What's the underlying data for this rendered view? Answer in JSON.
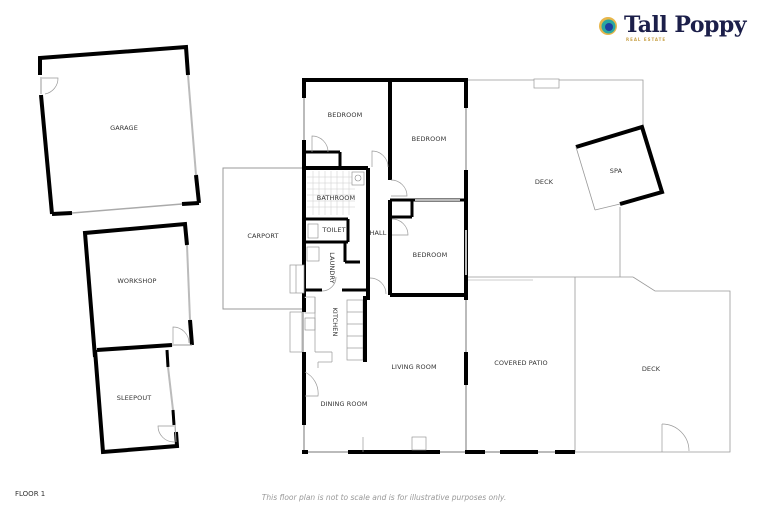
{
  "brand": {
    "name": "Tall Poppy",
    "tagline": "REAL ESTATE",
    "colors": {
      "primary": "#1c1f4a",
      "accent_gold": "#c9a24a",
      "accent_teal": "#2aa7a0",
      "accent_blue": "#1f5fbf"
    }
  },
  "floor": {
    "label": "FLOOR 1"
  },
  "disclaimer": "This floor plan is not to scale and is for illustrative purposes only.",
  "rooms": {
    "garage": "GARAGE",
    "workshop": "WORKSHOP",
    "sleepout": "SLEEPOUT",
    "carport": "CARPORT",
    "bedroom_1": "BEDROOM",
    "bedroom_2": "BEDROOM",
    "bedroom_3": "BEDROOM",
    "bathroom": "BATHROOM",
    "toilet": "TOILET",
    "hall": "HALL",
    "laundry": "LAUNDRY",
    "kitchen": "KITCHEN",
    "living_room": "LIVING ROOM",
    "dining_room": "DINING ROOM",
    "deck_1": "DECK",
    "spa": "SPA",
    "covered_patio": "COVERED PATIO",
    "deck_2": "DECK"
  },
  "colors": {
    "wall": "#000000",
    "window": "#bbbbbb",
    "outline": "#999999",
    "text": "#333333"
  }
}
